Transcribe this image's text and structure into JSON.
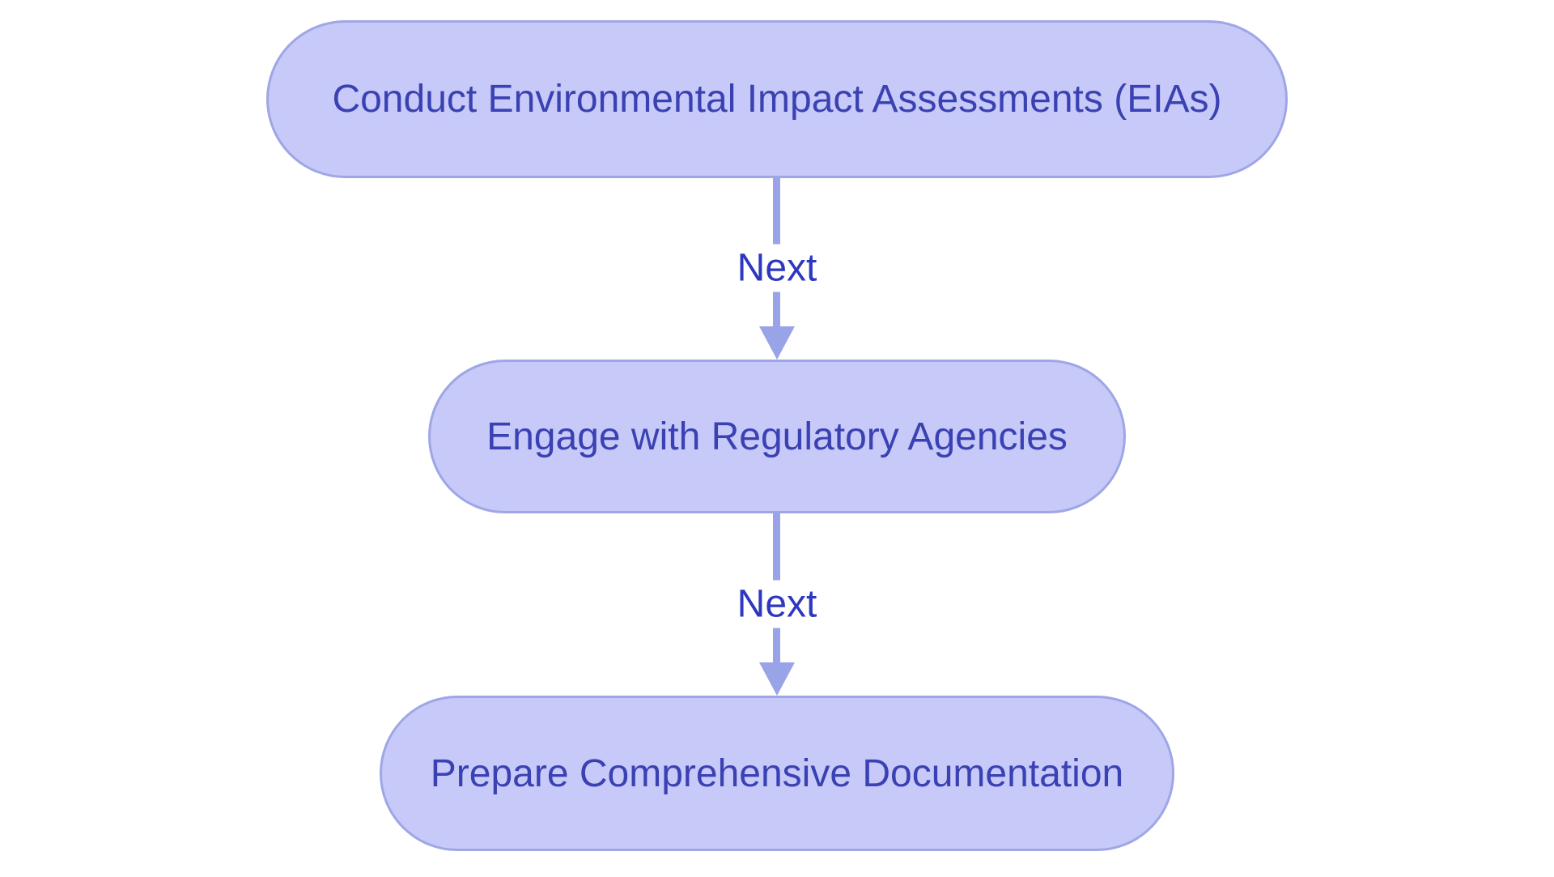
{
  "flowchart": {
    "nodes": [
      {
        "id": "node-1",
        "label": "Conduct Environmental Impact Assessments (EIAs)"
      },
      {
        "id": "node-2",
        "label": "Engage with Regulatory Agencies"
      },
      {
        "id": "node-3",
        "label": "Prepare Comprehensive Documentation"
      }
    ],
    "connectors": [
      {
        "from": "node-1",
        "to": "node-2",
        "label": "Next"
      },
      {
        "from": "node-2",
        "to": "node-3",
        "label": "Next"
      }
    ],
    "colors": {
      "background": "#FFFFFF",
      "node_fill": "#C7C9F8",
      "node_border": "#9EA6E6",
      "node_text": "#3A41B2",
      "arrow": "#99A3E8",
      "label_text": "#2E38BF"
    }
  }
}
